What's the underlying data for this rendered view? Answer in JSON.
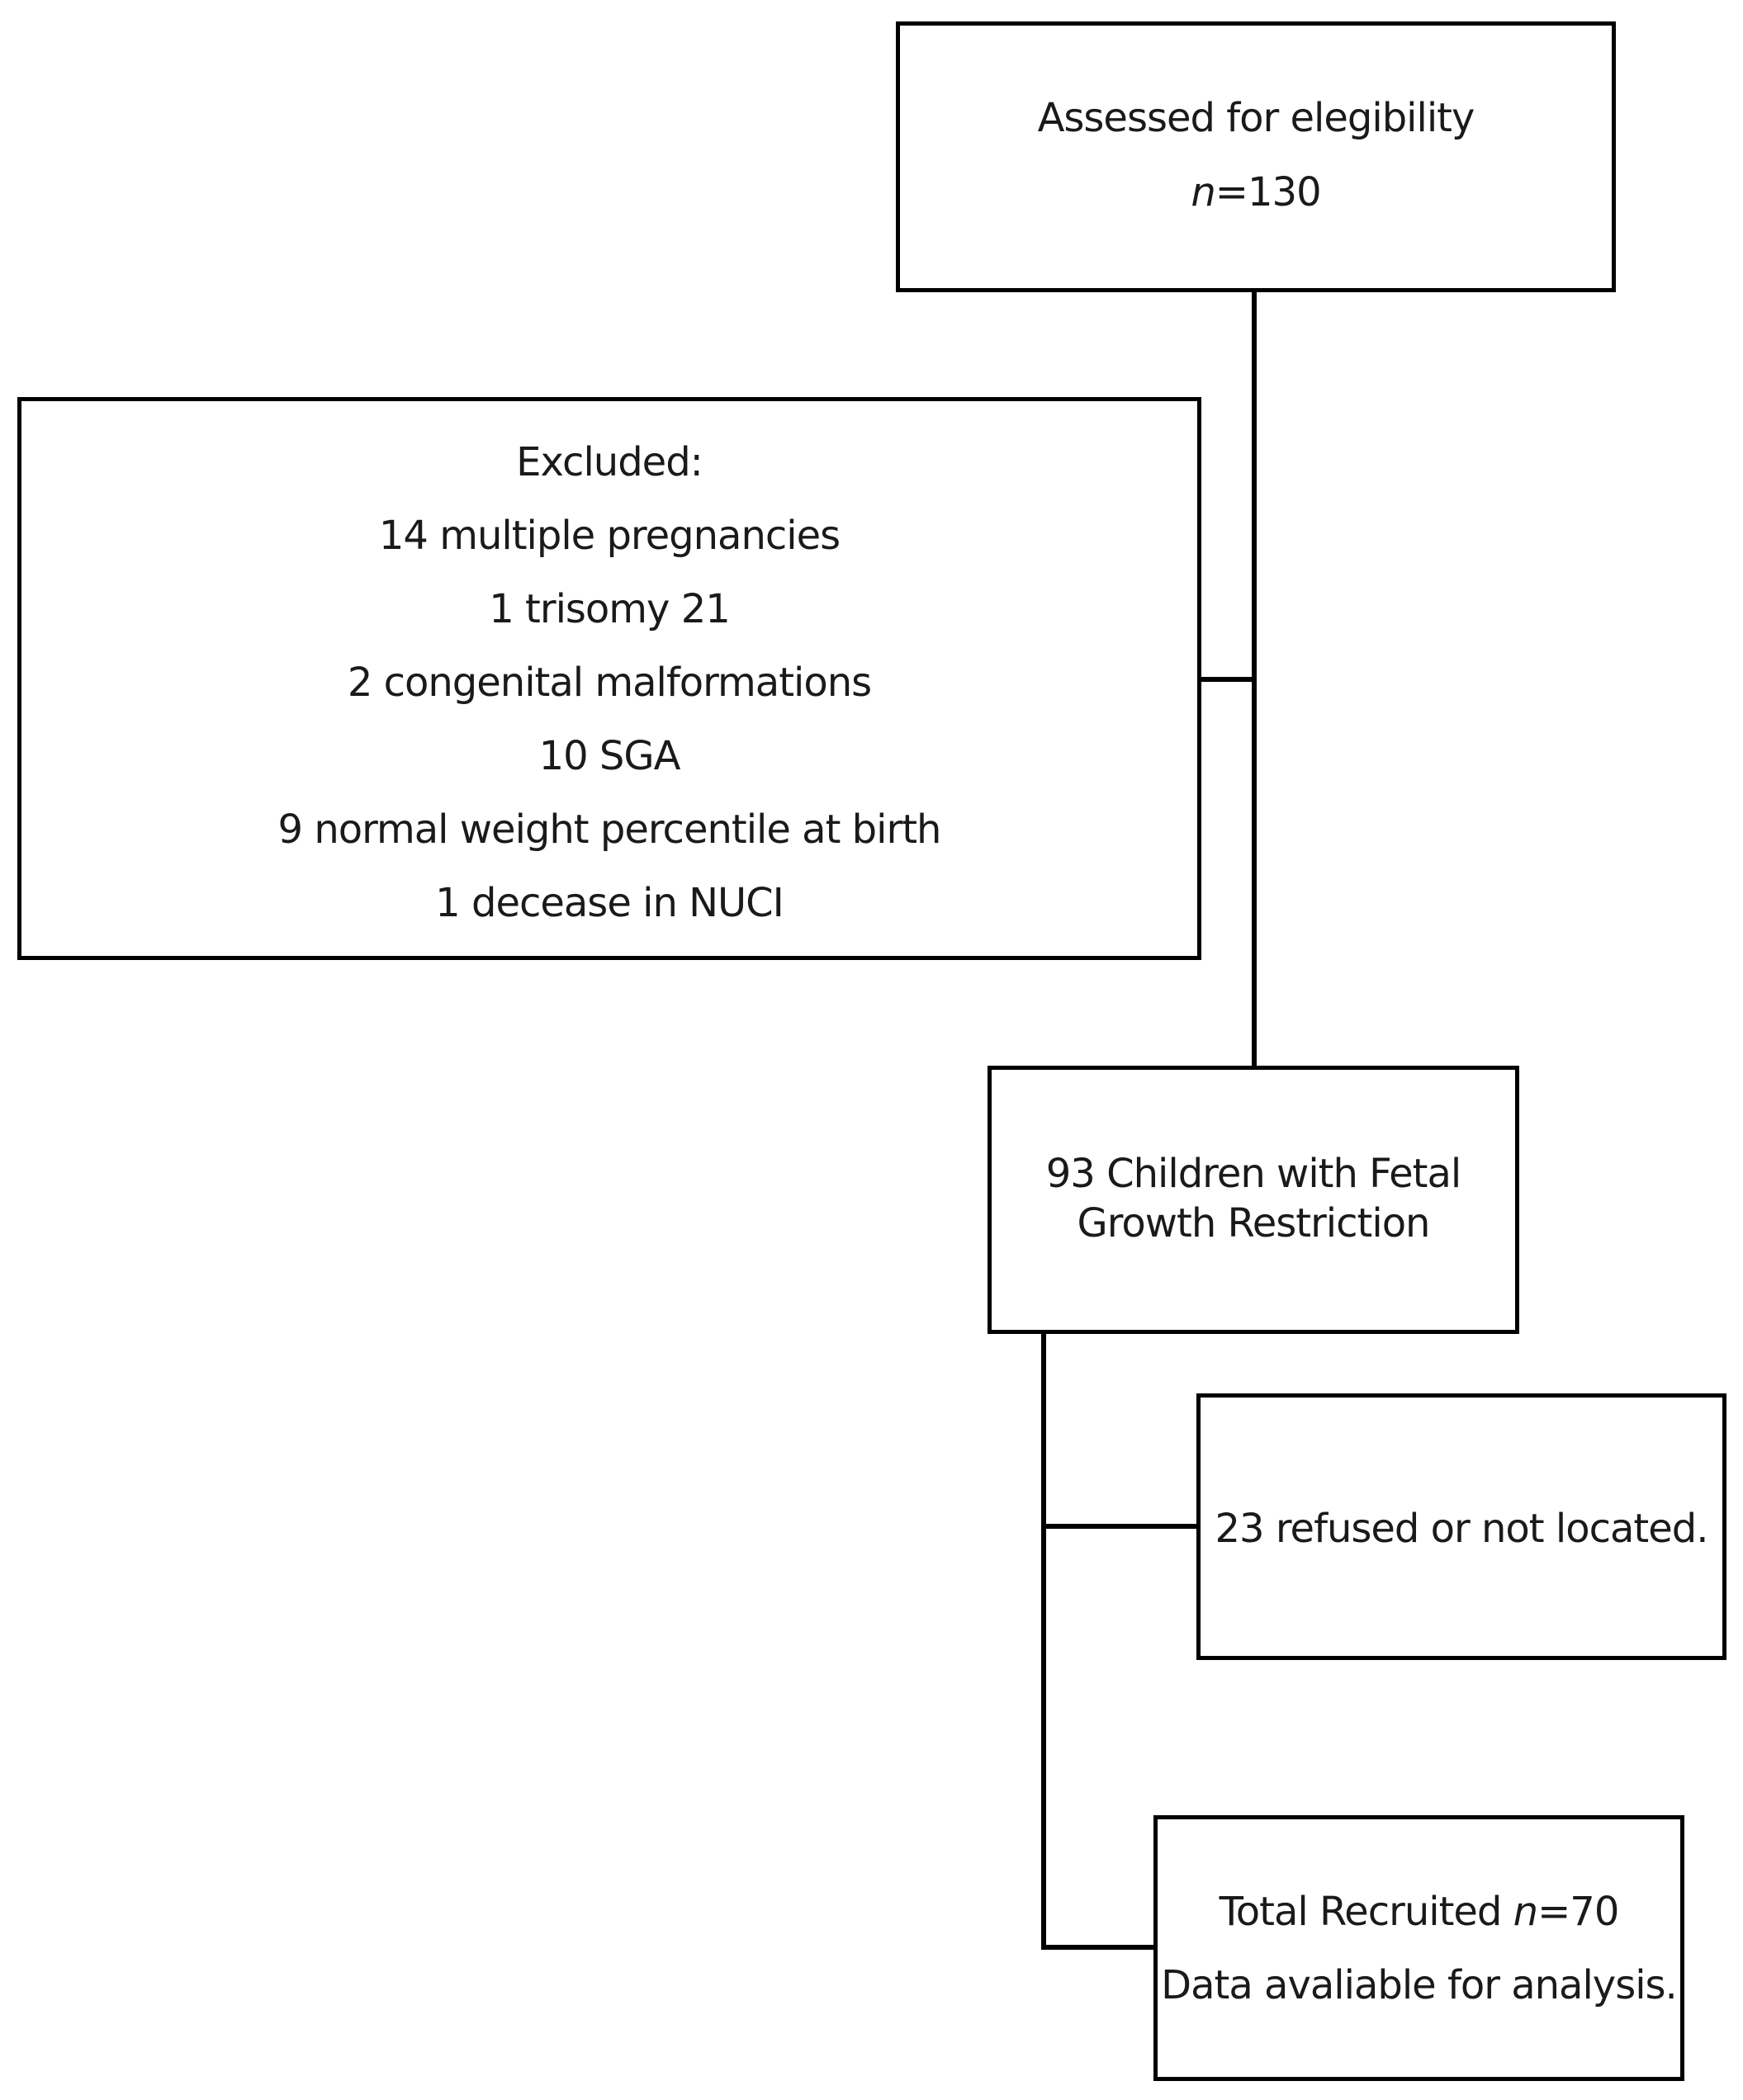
{
  "assessed": {
    "title": "Assessed for elegibility",
    "n_label": "n",
    "n_value": "=130"
  },
  "excluded": {
    "heading": "Excluded:",
    "items": [
      "14 multiple pregnancies",
      "1 trisomy 21",
      "2 congenital malformations",
      "10 SGA",
      "9 normal weight percentile at birth",
      "1 decease in NUCI"
    ]
  },
  "fgr": {
    "line1": "93 Children with Fetal",
    "line2": "Growth Restriction"
  },
  "refused": {
    "text": "23 refused or not located."
  },
  "recruited": {
    "line1_prefix": "Total Recruited ",
    "n_label": "n",
    "n_value": "=70",
    "line2": "Data avaliable for analysis."
  }
}
